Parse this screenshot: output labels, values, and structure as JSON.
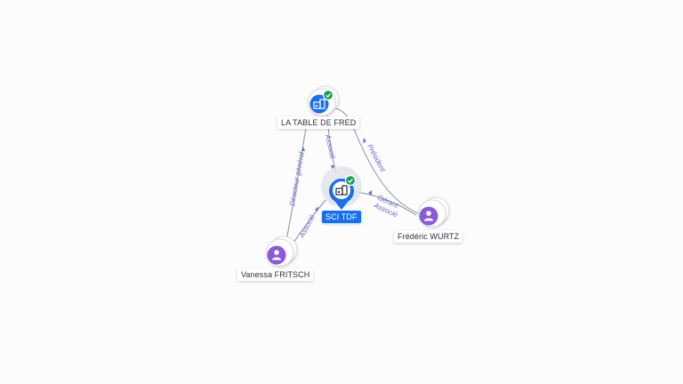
{
  "nodes": {
    "la_table": {
      "label": "LA TABLE DE FRED",
      "kind": "company",
      "verified": true
    },
    "sci_tdf": {
      "label": "SCI TDF",
      "kind": "company",
      "verified": true,
      "selected": true
    },
    "frederic": {
      "label": "Frédéric WURTZ",
      "kind": "person"
    },
    "vanessa": {
      "label": "Vanessa FRITSCH",
      "kind": "person"
    }
  },
  "edges": {
    "la_table_sci": "Associé",
    "vanessa_la_table": "Directeur général",
    "vanessa_sci": "Associé",
    "frederic_la_table": "Président",
    "frederic_sci_1": "Gérant",
    "frederic_sci_2": "Associé"
  },
  "colors": {
    "company_node": "#1a6ee8",
    "person_node": "#8a5ad8",
    "verified_badge": "#1f9d55",
    "edge_label": "#6466c8"
  },
  "icons": {
    "company": "building-icon",
    "person": "person-icon",
    "verified": "check-badge-icon"
  }
}
